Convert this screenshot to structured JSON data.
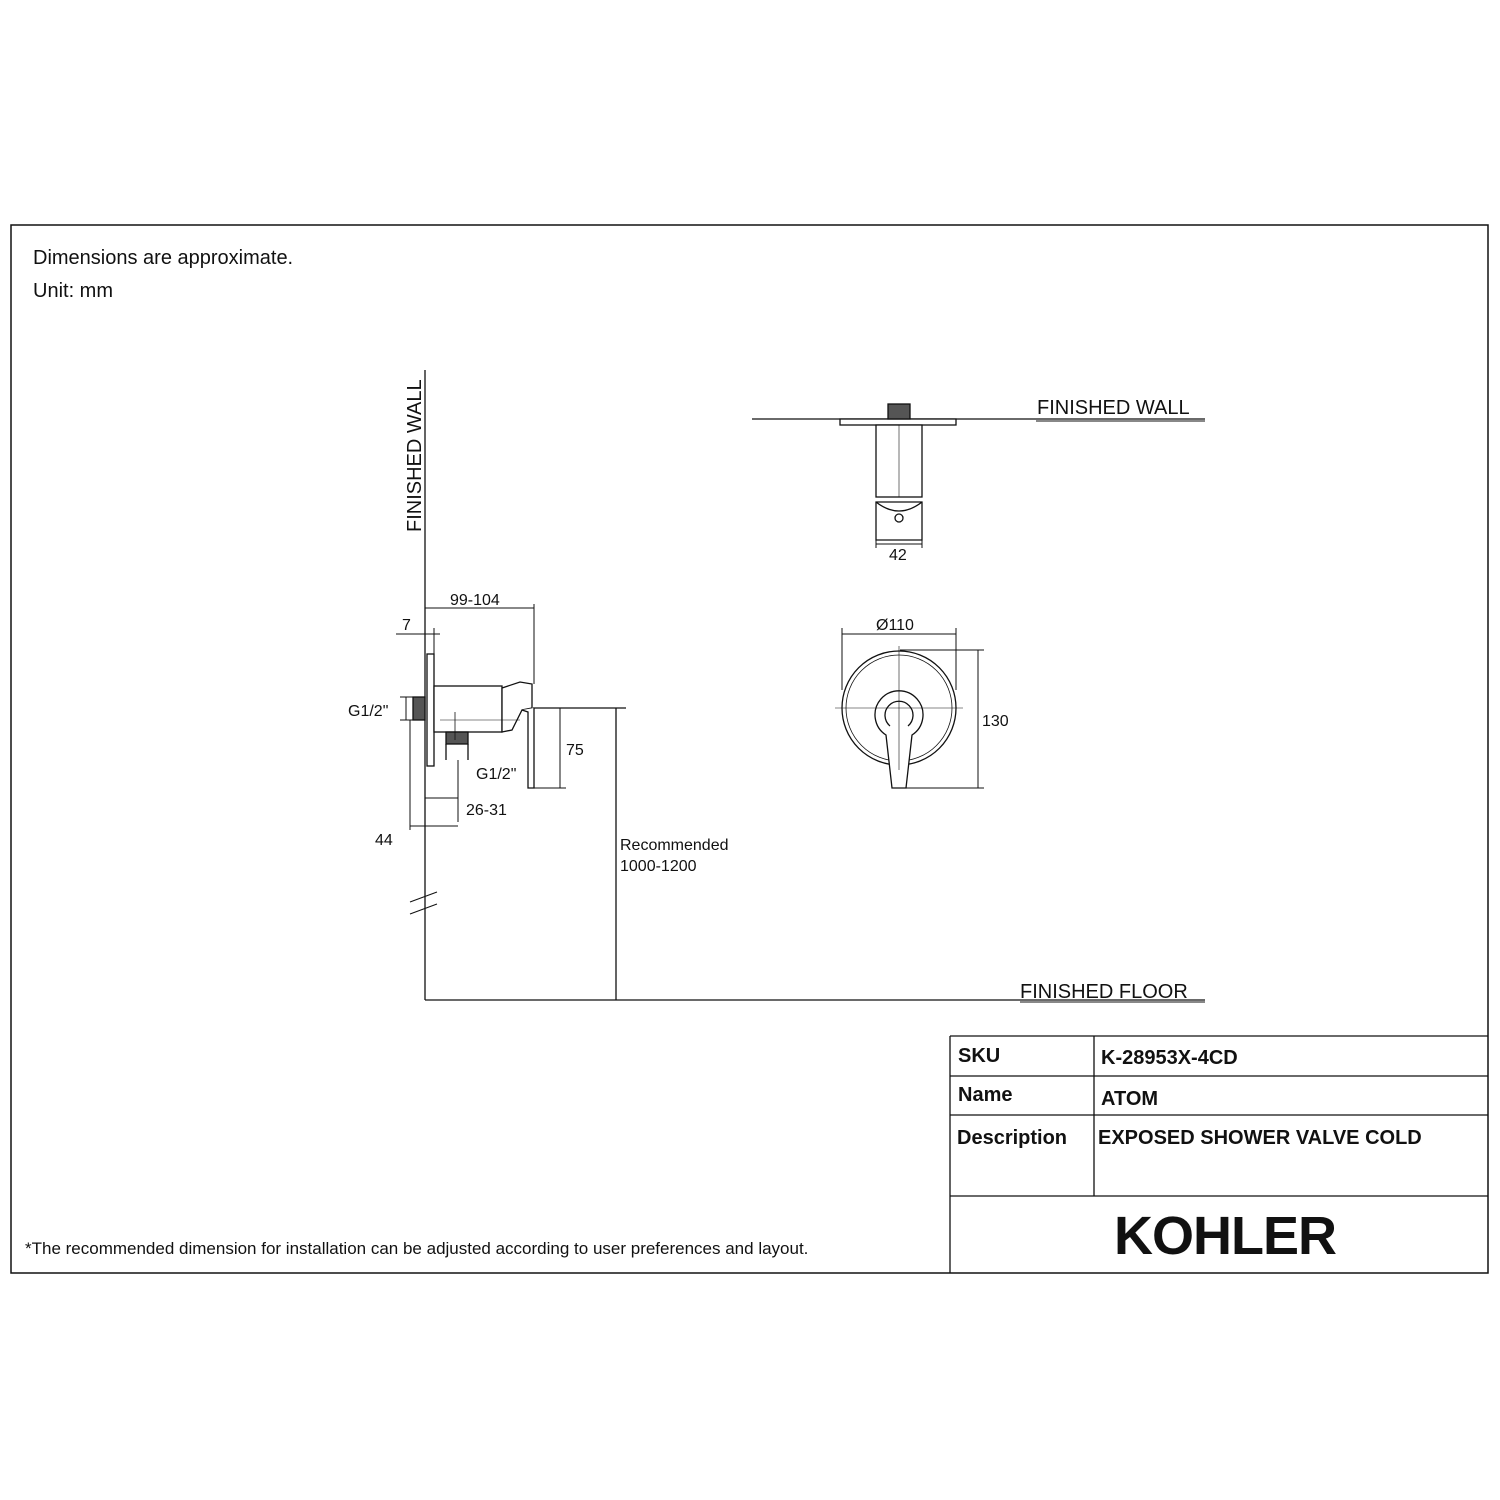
{
  "notes": {
    "line1": "Dimensions are approximate.",
    "line2": "Unit: mm",
    "footnote": "*The recommended dimension for installation can be adjusted according to user preferences and layout."
  },
  "side_view": {
    "wall_label": "FINISHED WALL",
    "floor_label": "FINISHED FLOOR",
    "dim_depth": "99-104",
    "dim_plate": "7",
    "dim_inlet": "G1/2\"",
    "dim_outlet": "G1/2\"",
    "dim_75": "75",
    "dim_26_31": "26-31",
    "dim_44": "44",
    "recommended_line1": "Recommended",
    "recommended_line2": "1000-1200"
  },
  "top_view": {
    "wall_label": "FINISHED WALL",
    "dim_42": "42"
  },
  "front_view": {
    "dim_diameter": "Ø110",
    "dim_height": "130"
  },
  "title_block": {
    "sku_label": "SKU",
    "sku_value": "K-28953X-4CD",
    "name_label": "Name",
    "name_value": "ATOM",
    "description_label": "Description",
    "description_value": "EXPOSED SHOWER VALVE COLD",
    "brand": "KOHLER"
  }
}
